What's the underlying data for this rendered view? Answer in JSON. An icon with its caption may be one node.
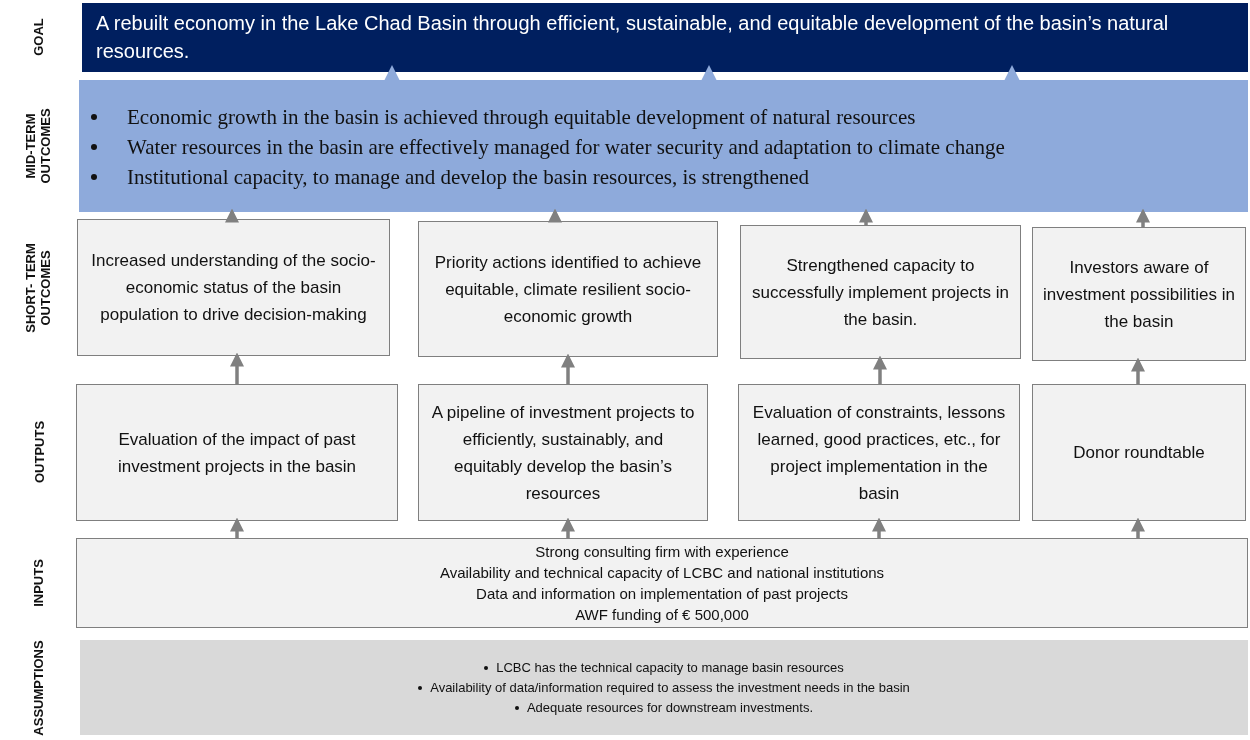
{
  "diagram": {
    "nodes": [
      {
        "text": [
          "A rebuilt economy in the Lake Chad Basin through efficient, sustainable, and equitable development of the basin’s natural resources."
        ]
      },
      {
        "text": [
          "Economic growth in the basin is achieved through equitable development of natural resources",
          "Water resources in the basin are effectively managed for water security and adaptation to climate change",
          "Institutional capacity, to manage and develop the basin resources, is strengthened"
        ]
      },
      {
        "text": [
          "Increased understanding of the socio-economic status of the basin population to drive decision-making"
        ]
      },
      {
        "text": [
          "Priority actions identified to achieve equitable, climate resilient socio-economic growth"
        ]
      },
      {
        "text": [
          "Strengthened capacity to successfully implement projects in the basin."
        ]
      },
      {
        "text": [
          "Investors aware of investment possibilities in the basin"
        ]
      },
      {
        "text": [
          "Evaluation of the impact of past investment projects in the basin"
        ]
      },
      {
        "text": [
          "A pipeline of investment projects to efficiently, sustainably, and equitably develop the basin’s resources"
        ]
      },
      {
        "text": [
          "Evaluation of constraints, lessons learned, good practices, etc., for project implementation in the basin"
        ]
      },
      {
        "text": [
          "Donor roundtable"
        ]
      },
      {
        "text": [
          "Strong consulting firm with experience",
          "Availability and technical capacity of LCBC and national institutions",
          "Data and information on implementation of past projects",
          "AWF funding of € 500,000"
        ]
      },
      {
        "text": [
          "LCBC has the technical capacity to manage basin resources",
          "Availability of data/information required to assess the investment needs in the basin",
          "Adequate resources for downstream investments."
        ]
      }
    ],
    "edges": [
      {
        "from": 1,
        "to": 0,
        "arrow": "to",
        "style": "thick",
        "color": "#8eaadb"
      },
      {
        "from": 1,
        "to": 0,
        "arrow": "to",
        "style": "thick",
        "color": "#8eaadb"
      },
      {
        "from": 1,
        "to": 0,
        "arrow": "to",
        "style": "thick",
        "color": "#8eaadb"
      },
      {
        "from": 2,
        "to": 1,
        "arrow": "to"
      },
      {
        "from": 3,
        "to": 1,
        "arrow": "to"
      },
      {
        "from": 4,
        "to": 1,
        "arrow": "to"
      },
      {
        "from": 5,
        "to": 1,
        "arrow": "to"
      },
      {
        "from": 6,
        "to": 2,
        "arrow": "to"
      },
      {
        "from": 7,
        "to": 3,
        "arrow": "to"
      },
      {
        "from": 8,
        "to": 4,
        "arrow": "to"
      },
      {
        "from": 9,
        "to": 5,
        "arrow": "to"
      },
      {
        "from": 10,
        "to": 6,
        "arrow": "to"
      },
      {
        "from": 10,
        "to": 7,
        "arrow": "to"
      },
      {
        "from": 10,
        "to": 8,
        "arrow": "to"
      },
      {
        "from": 10,
        "to": 9,
        "arrow": "to"
      }
    ],
    "labels": [
      "GOAL",
      "MID-TERM OUTCOMES",
      "SHORT- TERM OUTCOMES",
      "OUTPUTS",
      "INPUTS",
      "ASSUMPTIONS"
    ]
  }
}
